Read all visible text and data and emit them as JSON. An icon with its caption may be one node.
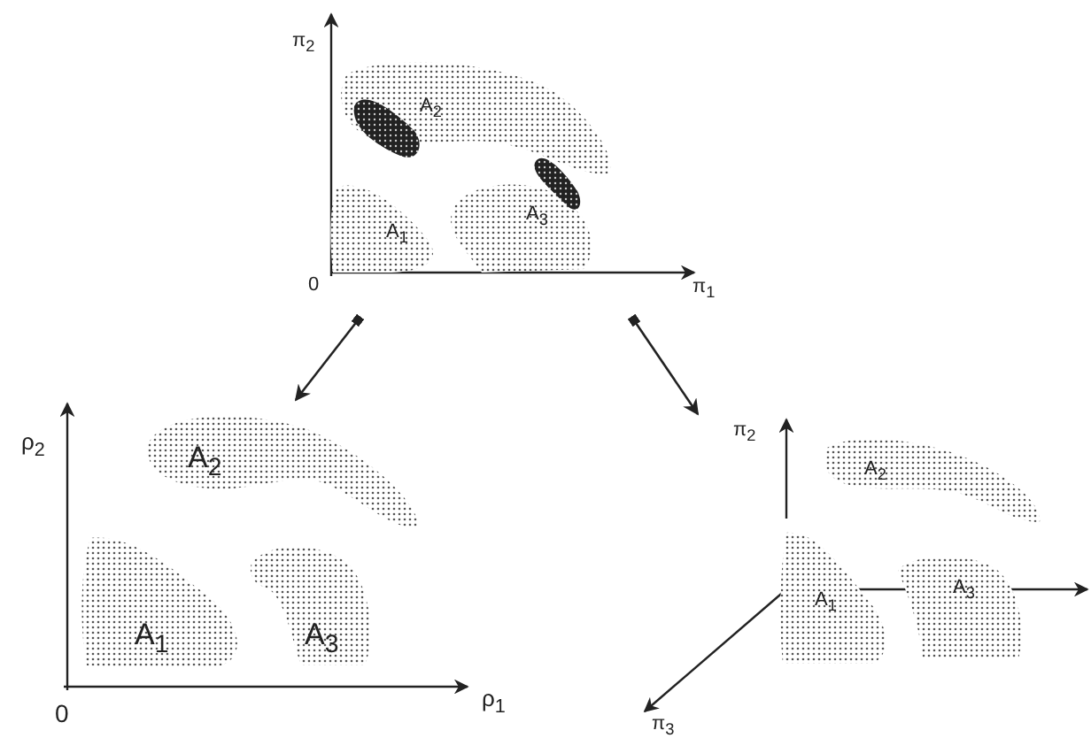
{
  "diagram": {
    "nodes": [
      {
        "text": [
          "π$_{2}$",
          "0",
          "π$_{1}$"
        ]
      },
      {
        "text": [
          "A$_{2}$"
        ],
        "in": 0
      },
      {
        "text": [
          "A$_{1}$"
        ],
        "in": 0
      },
      {
        "text": [
          "A$_{3}$"
        ],
        "in": 0
      },
      {
        "text": [
          "ρ$_{2}$",
          "0",
          "ρ$_{1}$"
        ]
      },
      {
        "text": [
          "A$_{2}$"
        ],
        "in": 4
      },
      {
        "text": [
          "A$_{1}$"
        ],
        "in": 4
      },
      {
        "text": [
          "A$_{3}$"
        ],
        "in": 4
      },
      {
        "text": [
          "π$_{2}$",
          "π$_{3}$"
        ]
      },
      {
        "text": [
          "A$_{2}$"
        ],
        "in": 8
      },
      {
        "text": [
          "A$_{1}$"
        ],
        "in": 8
      },
      {
        "text": [
          "A$_{3}$"
        ],
        "in": 8
      }
    ],
    "edges": [
      {
        "from": 0,
        "to": 4,
        "arrow": "to"
      },
      {
        "from": 0,
        "to": 8,
        "arrow": "to"
      }
    ]
  }
}
